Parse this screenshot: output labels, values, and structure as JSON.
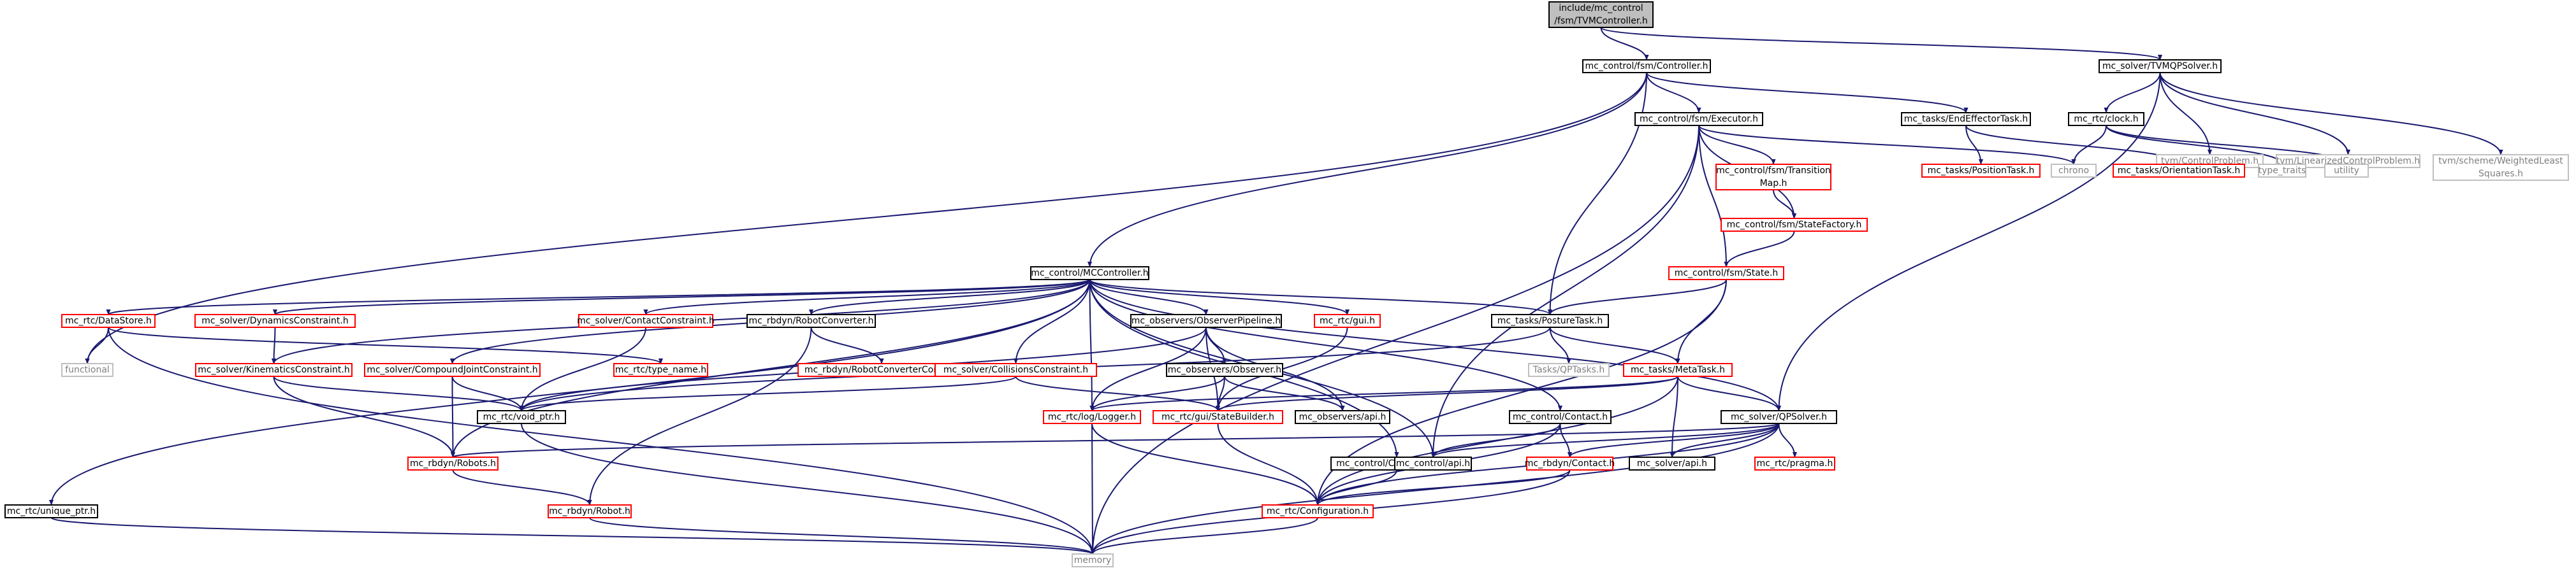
{
  "graph": {
    "kind": "include-dependency-graph",
    "colors": {
      "root_fill": "#bfbfbf",
      "default_stroke": "#000000",
      "undocumented_stroke": "#ff0000",
      "external_stroke": "#bfbfbf",
      "external_text": "#7f7f7f",
      "edge": "#191970"
    },
    "nodes": [
      {
        "id": "root",
        "lines": [
          "include/mc_control",
          "/fsm/TVMController.h"
        ],
        "style": "root"
      },
      {
        "id": "fsmController",
        "lines": [
          "mc_control/fsm/Controller.h"
        ],
        "style": "doc"
      },
      {
        "id": "tvmqp",
        "lines": [
          "mc_solver/TVMQPSolver.h"
        ],
        "style": "doc"
      },
      {
        "id": "executor",
        "lines": [
          "mc_control/fsm/Executor.h"
        ],
        "style": "doc"
      },
      {
        "id": "endEffector",
        "lines": [
          "mc_tasks/EndEffectorTask.h"
        ],
        "style": "doc"
      },
      {
        "id": "rtcClock",
        "lines": [
          "mc_rtc/clock.h"
        ],
        "style": "doc"
      },
      {
        "id": "tvmControl",
        "lines": [
          "tvm/ControlProblem.h"
        ],
        "style": "ext"
      },
      {
        "id": "tvmLinear",
        "lines": [
          "tvm/LinearizedControlProblem.h"
        ],
        "style": "ext"
      },
      {
        "id": "tvmWLS",
        "lines": [
          "tvm/scheme/WeightedLeast",
          "Squares.h"
        ],
        "style": "ext"
      },
      {
        "id": "transitionMap",
        "lines": [
          "mc_control/fsm/Transition",
          "Map.h"
        ],
        "style": "undoc"
      },
      {
        "id": "chrono",
        "lines": [
          "chrono"
        ],
        "style": "ext"
      },
      {
        "id": "positionTask",
        "lines": [
          "mc_tasks/PositionTask.h"
        ],
        "style": "undoc"
      },
      {
        "id": "orientationTask",
        "lines": [
          "mc_tasks/OrientationTask.h"
        ],
        "style": "undoc"
      },
      {
        "id": "typeTraits",
        "lines": [
          "type_traits"
        ],
        "style": "ext"
      },
      {
        "id": "utility",
        "lines": [
          "utility"
        ],
        "style": "ext"
      },
      {
        "id": "stateFactory",
        "lines": [
          "mc_control/fsm/StateFactory.h"
        ],
        "style": "undoc"
      },
      {
        "id": "fsmState",
        "lines": [
          "mc_control/fsm/State.h"
        ],
        "style": "undoc"
      },
      {
        "id": "mcController",
        "lines": [
          "mc_control/MCController.h"
        ],
        "style": "doc"
      },
      {
        "id": "dataStore",
        "lines": [
          "mc_rtc/DataStore.h"
        ],
        "style": "undoc"
      },
      {
        "id": "dynConstr",
        "lines": [
          "mc_solver/DynamicsConstraint.h"
        ],
        "style": "undoc"
      },
      {
        "id": "contactConstr",
        "lines": [
          "mc_solver/ContactConstraint.h"
        ],
        "style": "undoc"
      },
      {
        "id": "robotConverter",
        "lines": [
          "mc_rbdyn/RobotConverter.h"
        ],
        "style": "doc"
      },
      {
        "id": "obsPipeline",
        "lines": [
          "mc_observers/ObserverPipeline.h"
        ],
        "style": "doc"
      },
      {
        "id": "rtcGui",
        "lines": [
          "mc_rtc/gui.h"
        ],
        "style": "undoc"
      },
      {
        "id": "postureTask",
        "lines": [
          "mc_tasks/PostureTask.h"
        ],
        "style": "doc"
      },
      {
        "id": "functional",
        "lines": [
          "functional"
        ],
        "style": "ext"
      },
      {
        "id": "kinConstr",
        "lines": [
          "mc_solver/KinematicsConstraint.h"
        ],
        "style": "undoc"
      },
      {
        "id": "compJoint",
        "lines": [
          "mc_solver/CompoundJointConstraint.h"
        ],
        "style": "undoc"
      },
      {
        "id": "typeName",
        "lines": [
          "mc_rtc/type_name.h"
        ],
        "style": "undoc"
      },
      {
        "id": "robotConvCfg",
        "lines": [
          "mc_rbdyn/RobotConverterConfig.h"
        ],
        "style": "undoc"
      },
      {
        "id": "collConstr",
        "lines": [
          "mc_solver/CollisionsConstraint.h"
        ],
        "style": "undoc"
      },
      {
        "id": "observer",
        "lines": [
          "mc_observers/Observer.h"
        ],
        "style": "doc"
      },
      {
        "id": "qptasks",
        "lines": [
          "Tasks/QPTasks.h"
        ],
        "style": "ext"
      },
      {
        "id": "metaTask",
        "lines": [
          "mc_tasks/MetaTask.h"
        ],
        "style": "undoc"
      },
      {
        "id": "voidPtr",
        "lines": [
          "mc_rtc/void_ptr.h"
        ],
        "style": "doc"
      },
      {
        "id": "logger",
        "lines": [
          "mc_rtc/log/Logger.h"
        ],
        "style": "undoc"
      },
      {
        "id": "stateBuilder",
        "lines": [
          "mc_rtc/gui/StateBuilder.h"
        ],
        "style": "undoc"
      },
      {
        "id": "obsApi",
        "lines": [
          "mc_observers/api.h"
        ],
        "style": "doc"
      },
      {
        "id": "ctlContact",
        "lines": [
          "mc_control/Contact.h"
        ],
        "style": "doc"
      },
      {
        "id": "qpsolver",
        "lines": [
          "mc_solver/QPSolver.h"
        ],
        "style": "doc"
      },
      {
        "id": "ctlConfig",
        "lines": [
          "mc_control/Configuration.h"
        ],
        "style": "doc"
      },
      {
        "id": "ctlApi",
        "lines": [
          "mc_control/api.h"
        ],
        "style": "doc"
      },
      {
        "id": "rbdynContact",
        "lines": [
          "mc_rbdyn/Contact.h"
        ],
        "style": "undoc"
      },
      {
        "id": "solverApi",
        "lines": [
          "mc_solver/api.h"
        ],
        "style": "doc"
      },
      {
        "id": "pragma",
        "lines": [
          "mc_rtc/pragma.h"
        ],
        "style": "undoc"
      },
      {
        "id": "robots",
        "lines": [
          "mc_rbdyn/Robots.h"
        ],
        "style": "undoc"
      },
      {
        "id": "uniquePtr",
        "lines": [
          "mc_rtc/unique_ptr.h"
        ],
        "style": "doc"
      },
      {
        "id": "robot",
        "lines": [
          "mc_rbdyn/Robot.h"
        ],
        "style": "undoc"
      },
      {
        "id": "rtcConfig",
        "lines": [
          "mc_rtc/Configuration.h"
        ],
        "style": "undoc"
      },
      {
        "id": "memory",
        "lines": [
          "memory"
        ],
        "style": "ext"
      }
    ],
    "edges": [
      [
        "root",
        "fsmController"
      ],
      [
        "root",
        "tvmqp"
      ],
      [
        "fsmController",
        "functional"
      ],
      [
        "fsmController",
        "mcController"
      ],
      [
        "fsmController",
        "executor"
      ],
      [
        "fsmController",
        "postureTask"
      ],
      [
        "fsmController",
        "endEffector"
      ],
      [
        "tvmqp",
        "qpsolver"
      ],
      [
        "tvmqp",
        "rtcClock"
      ],
      [
        "tvmqp",
        "tvmControl"
      ],
      [
        "tvmqp",
        "tvmLinear"
      ],
      [
        "tvmqp",
        "tvmWLS"
      ],
      [
        "executor",
        "transitionMap"
      ],
      [
        "executor",
        "chrono"
      ],
      [
        "executor",
        "stateFactory"
      ],
      [
        "executor",
        "fsmState"
      ],
      [
        "executor",
        "ctlApi"
      ],
      [
        "executor",
        "memory"
      ],
      [
        "endEffector",
        "positionTask"
      ],
      [
        "endEffector",
        "orientationTask"
      ],
      [
        "rtcClock",
        "chrono"
      ],
      [
        "rtcClock",
        "typeTraits"
      ],
      [
        "rtcClock",
        "utility"
      ],
      [
        "transitionMap",
        "stateFactory"
      ],
      [
        "stateFactory",
        "fsmState"
      ],
      [
        "fsmState",
        "postureTask"
      ],
      [
        "fsmState",
        "metaTask"
      ],
      [
        "fsmState",
        "rtcConfig"
      ],
      [
        "mcController",
        "dataStore"
      ],
      [
        "mcController",
        "dynConstr"
      ],
      [
        "mcController",
        "contactConstr"
      ],
      [
        "mcController",
        "robotConverter"
      ],
      [
        "mcController",
        "obsPipeline"
      ],
      [
        "mcController",
        "rtcGui"
      ],
      [
        "mcController",
        "postureTask"
      ],
      [
        "mcController",
        "kinConstr"
      ],
      [
        "mcController",
        "compJoint"
      ],
      [
        "mcController",
        "collConstr"
      ],
      [
        "mcController",
        "logger"
      ],
      [
        "mcController",
        "robots"
      ],
      [
        "mcController",
        "uniquePtr"
      ],
      [
        "mcController",
        "qpsolver"
      ],
      [
        "mcController",
        "ctlContact"
      ],
      [
        "mcController",
        "ctlConfig"
      ],
      [
        "mcController",
        "ctlApi"
      ],
      [
        "dataStore",
        "functional"
      ],
      [
        "dataStore",
        "typeName"
      ],
      [
        "dataStore",
        "memory"
      ],
      [
        "dynConstr",
        "kinConstr"
      ],
      [
        "contactConstr",
        "voidPtr"
      ],
      [
        "robotConverter",
        "robotConvCfg"
      ],
      [
        "robotConverter",
        "robot"
      ],
      [
        "obsPipeline",
        "observer"
      ],
      [
        "obsPipeline",
        "logger"
      ],
      [
        "obsPipeline",
        "stateBuilder"
      ],
      [
        "obsPipeline",
        "obsApi"
      ],
      [
        "obsPipeline",
        "voidPtr"
      ],
      [
        "rtcGui",
        "stateBuilder"
      ],
      [
        "postureTask",
        "qptasks"
      ],
      [
        "postureTask",
        "metaTask"
      ],
      [
        "postureTask",
        "voidPtr"
      ],
      [
        "kinConstr",
        "voidPtr"
      ],
      [
        "kinConstr",
        "robots"
      ],
      [
        "compJoint",
        "voidPtr"
      ],
      [
        "compJoint",
        "robots"
      ],
      [
        "collConstr",
        "voidPtr"
      ],
      [
        "collConstr",
        "stateBuilder"
      ],
      [
        "observer",
        "logger"
      ],
      [
        "observer",
        "stateBuilder"
      ],
      [
        "observer",
        "obsApi"
      ],
      [
        "metaTask",
        "logger"
      ],
      [
        "metaTask",
        "stateBuilder"
      ],
      [
        "metaTask",
        "qpsolver"
      ],
      [
        "metaTask",
        "solverApi"
      ],
      [
        "metaTask",
        "rtcConfig"
      ],
      [
        "voidPtr",
        "memory"
      ],
      [
        "logger",
        "rtcConfig"
      ],
      [
        "logger",
        "memory"
      ],
      [
        "stateBuilder",
        "rtcConfig"
      ],
      [
        "ctlContact",
        "ctlApi"
      ],
      [
        "ctlContact",
        "rbdynContact"
      ],
      [
        "ctlContact",
        "rtcConfig"
      ],
      [
        "qpsolver",
        "robots"
      ],
      [
        "qpsolver",
        "ctlApi"
      ],
      [
        "qpsolver",
        "rbdynContact"
      ],
      [
        "qpsolver",
        "solverApi"
      ],
      [
        "qpsolver",
        "pragma"
      ],
      [
        "qpsolver",
        "rtcConfig"
      ],
      [
        "qpsolver",
        "memory"
      ],
      [
        "ctlConfig",
        "rtcConfig"
      ],
      [
        "rbdynContact",
        "rtcConfig"
      ],
      [
        "rbdynContact",
        "memory"
      ],
      [
        "robots",
        "robot"
      ],
      [
        "robot",
        "memory"
      ],
      [
        "uniquePtr",
        "memory"
      ],
      [
        "rtcConfig",
        "memory"
      ]
    ]
  }
}
